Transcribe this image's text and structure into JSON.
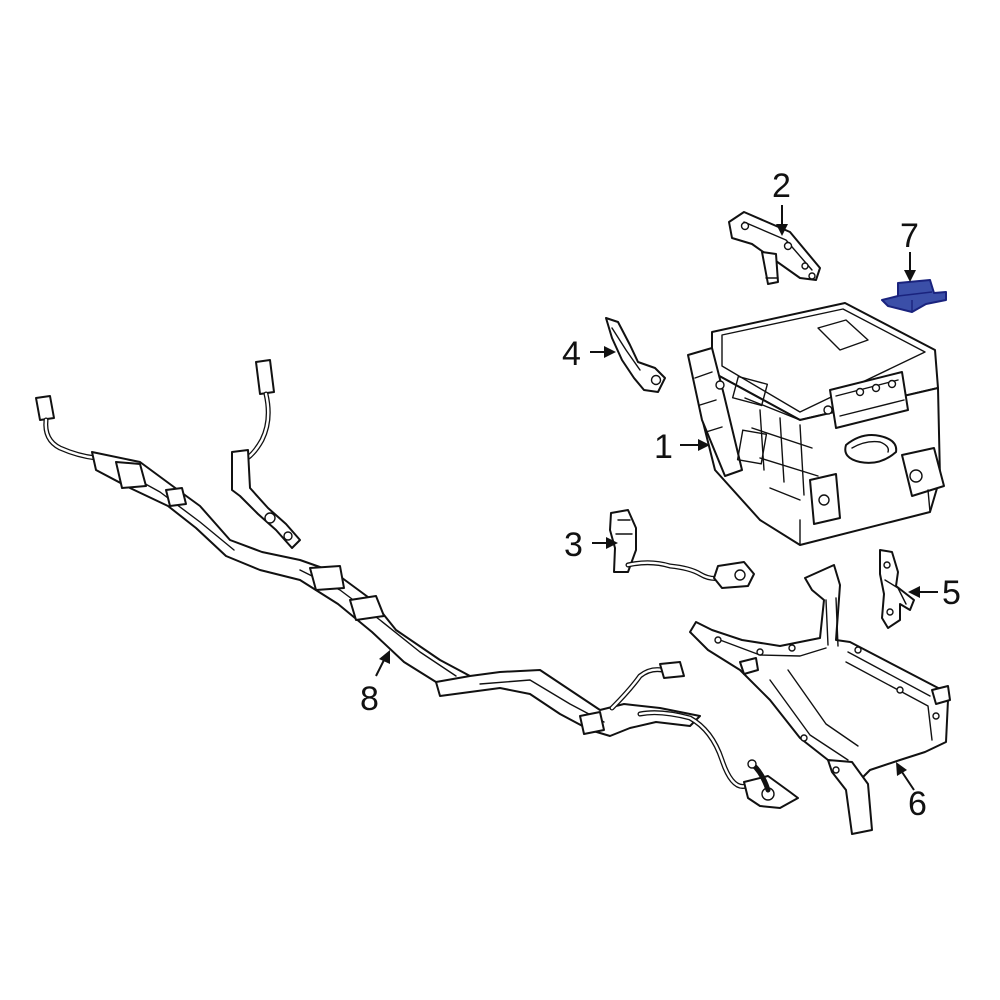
{
  "colors": {
    "line": "#111111",
    "background": "#ffffff",
    "highlight_fill": "#3b4fa8",
    "highlight_stroke": "#1a237e"
  },
  "highlighted_part": "7",
  "callouts": [
    {
      "id": "1",
      "label": "1",
      "part": "inverter-assembly"
    },
    {
      "id": "2",
      "label": "2",
      "part": "upper-bracket"
    },
    {
      "id": "3",
      "label": "3",
      "part": "sensor-connector"
    },
    {
      "id": "4",
      "label": "4",
      "part": "bracket-arm"
    },
    {
      "id": "5",
      "label": "5",
      "part": "mount-bracket"
    },
    {
      "id": "6",
      "label": "6",
      "part": "support-frame"
    },
    {
      "id": "7",
      "label": "7",
      "part": "clamp-bracket"
    },
    {
      "id": "8",
      "label": "8",
      "part": "wire-harness"
    }
  ]
}
